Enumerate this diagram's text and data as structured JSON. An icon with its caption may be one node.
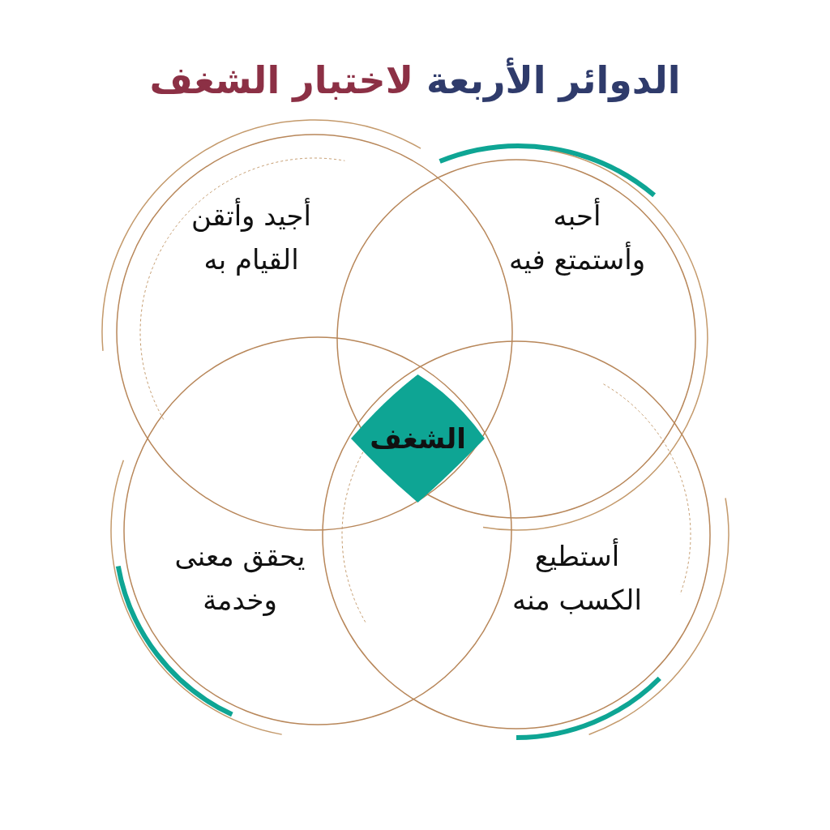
{
  "diagram": {
    "title": "الدوائر الأربعة لاختبار الشغف",
    "nodes": [
      {
        "text": [
          "أجيد وأتقن القيام به"
        ]
      },
      {
        "text": [
          "أحبه وأستمتع فيه"
        ]
      },
      {
        "text": [
          "يحقق معنى وخدمة"
        ]
      },
      {
        "text": [
          "أستطيع الكسب منه"
        ]
      },
      {
        "text": [
          "الشغف"
        ]
      }
    ],
    "edges": []
  }
}
